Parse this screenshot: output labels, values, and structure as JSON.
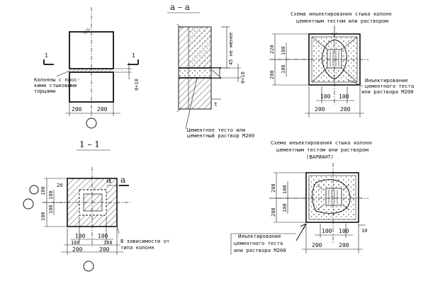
{
  "section_a": {
    "title": "а – а"
  },
  "section_1": {
    "title": "1 – 1"
  },
  "section_1_marks": [
    "1",
    "1"
  ],
  "mark_a": "а",
  "notes": {
    "columns": [
      "Колонны с плос-",
      "кими стыковыми",
      "торцами"
    ],
    "cement": [
      "Цементное тесто или",
      "цементный раствор М200"
    ],
    "depends": [
      "В зависимости от",
      "типа колонн"
    ],
    "scheme1": [
      "Схема инъектирования стыка колонн",
      "цементным тестом или раствором"
    ],
    "scheme2": [
      "Схема инъектирования стыка колонн",
      "цементным тестом или раствором",
      "(ВАРИАНТ)"
    ],
    "inject1": [
      "Инъектирование",
      "цементного теста",
      "или раствора М200"
    ],
    "inject2": [
      "Инъектирование",
      "цементного теста",
      "или раствора М200"
    ],
    "not_less": "45 не менее",
    "gap": "0÷10"
  },
  "dims": {
    "elev_bottom": [
      "200",
      "200"
    ],
    "elev_gap": "0÷10",
    "sec_right": "t",
    "plan_bottom_inner": [
      "100",
      "100"
    ],
    "plan_bottom_mid": [
      "160",
      "160"
    ],
    "plan_bottom_outer": [
      "200",
      "200"
    ],
    "plan_left": [
      "100",
      "100",
      "100",
      "100"
    ],
    "plan_left_extra": "20",
    "s1_left": [
      "220",
      "100",
      "100",
      "200"
    ],
    "s1_bottom_inner": [
      "100",
      "100"
    ],
    "s1_bottom_outer": [
      "200",
      "200"
    ],
    "s2_left": [
      "200",
      "100",
      "100",
      "200"
    ],
    "s2_bottom_inner": [
      "100",
      "100"
    ],
    "s2_bottom_outer": [
      "200",
      "200"
    ],
    "s2_right": "10"
  }
}
